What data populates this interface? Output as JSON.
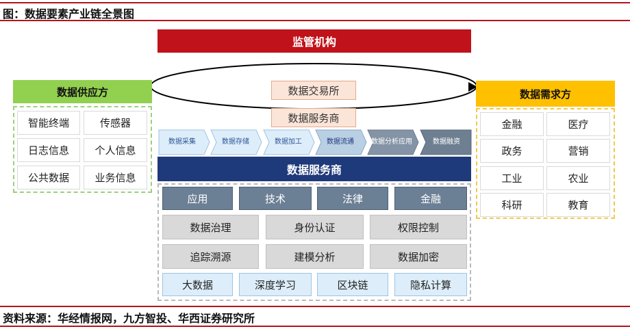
{
  "caption": {
    "title": "图：数据要素产业链全景图",
    "source": "资料来源：华经情报网，九方智投、华西证券研究所"
  },
  "regulator": "监管机构",
  "supply": {
    "title": "数据供应方",
    "items": [
      "智能终端",
      "传感器",
      "日志信息",
      "个人信息",
      "公共数据",
      "业务信息"
    ]
  },
  "demand": {
    "title": "数据需求方",
    "items": [
      "金融",
      "医疗",
      "政务",
      "营销",
      "工业",
      "农业",
      "科研",
      "教育"
    ]
  },
  "exchange": [
    "数据交易所",
    "数据服务商"
  ],
  "pipeline": [
    "数据采集",
    "数据存储",
    "数据加工",
    "数据流通",
    "数据分析应用",
    "数据融资"
  ],
  "service_provider": {
    "title": "数据服务商",
    "row1": [
      "应用",
      "技术",
      "法律",
      "金融"
    ],
    "row2": [
      "数据治理",
      "身份认证",
      "权限控制"
    ],
    "row3": [
      "追踪溯源",
      "建模分析",
      "数据加密"
    ],
    "row4": [
      "大数据",
      "深度学习",
      "区块链",
      "隐私计算"
    ]
  },
  "colors": {
    "regulator": "#c0121a",
    "supply": "#92d050",
    "demand": "#ffc000",
    "service_title": "#1f3a7a"
  }
}
